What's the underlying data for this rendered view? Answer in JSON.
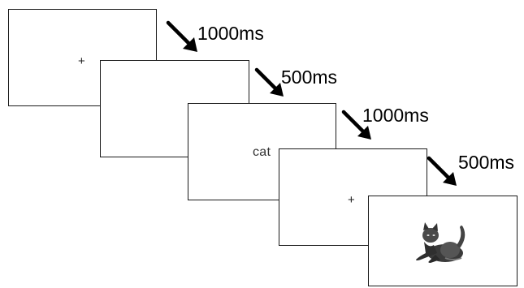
{
  "timeline": {
    "frames": [
      {
        "content": "+"
      },
      {
        "content": ""
      },
      {
        "content": "cat"
      },
      {
        "content": "+"
      },
      {
        "content": "cat-photo"
      }
    ],
    "durations": [
      "1000ms",
      "500ms",
      "1000ms",
      "500ms"
    ]
  },
  "icons": {
    "arrow": "arrow-down-right-icon",
    "stimulus": "cat-image"
  },
  "colors": {
    "frame_border": "#1a1a1a",
    "arrow": "#000000",
    "text": "#000000"
  }
}
